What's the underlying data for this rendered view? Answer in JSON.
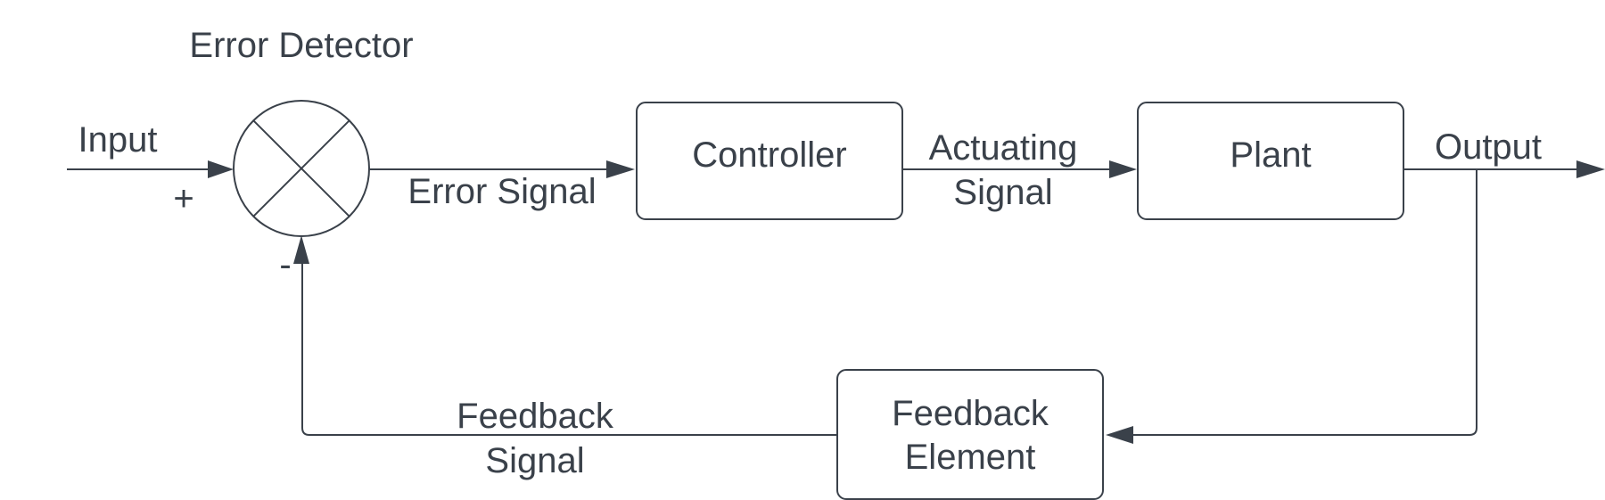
{
  "diagram": {
    "title": "Error Detector",
    "input_label": "Input",
    "plus_sign": "+",
    "minus_sign": "-",
    "error_signal_label": "Error Signal",
    "controller_label": "Controller",
    "actuating_signal_label": [
      "Actuating",
      "Signal"
    ],
    "plant_label": "Plant",
    "output_label": "Output",
    "feedback_element_label": [
      "Feedback",
      "Element"
    ],
    "feedback_signal_label": [
      "Feedback",
      "Signal"
    ]
  },
  "colors": {
    "stroke": "#3a414a",
    "text": "#3a414a",
    "background": "#ffffff"
  }
}
